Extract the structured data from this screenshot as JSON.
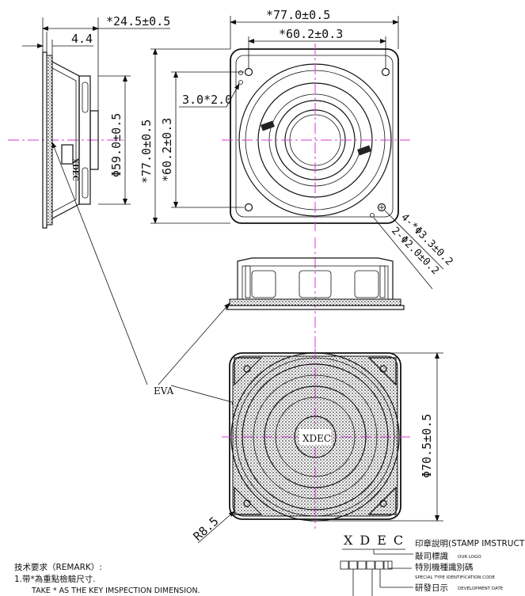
{
  "dimensions": {
    "side_depth": "*24.5±0.5",
    "side_flange": "4.4",
    "side_dia": "Φ59.0±0.5",
    "front_width": "*77.0±0.5",
    "front_hole_span_x": "*60.2±0.3",
    "front_height": "*77.0±0.5",
    "front_hole_span_y": "*60.2±0.3",
    "terminal_slot": "3.0*2.0",
    "mount_holes": "4-*Φ3.3±0.2",
    "aux_holes": "2-Φ2.0±0.2",
    "rear_dia": "Φ70.5±0.5",
    "corner_radius": "R8.5"
  },
  "labels": {
    "eva": "EVA",
    "brand": "XDEC",
    "terminal_plus": "+",
    "terminal_brand": "XDEC"
  },
  "remark": {
    "title": "技术要求（REMARK）:",
    "line1": "1.带*為重點檢驗尺寸.",
    "line2": "TAKE * AS THE KEY IMSPECTION DIMENSION."
  },
  "stamp": {
    "title": "印章說明(STAMP IMSTRUCTIONS):",
    "letters": "XDEC",
    "logo_cn": "敲司標識",
    "logo_en": "OUR LOGO",
    "code_cn": "特別機種識別碼",
    "code_en": "SPECIAL TYPE IDENTIFICATION CODE",
    "date_cn": "研發日示",
    "date_en": "DEVELOPMENT DATE"
  }
}
